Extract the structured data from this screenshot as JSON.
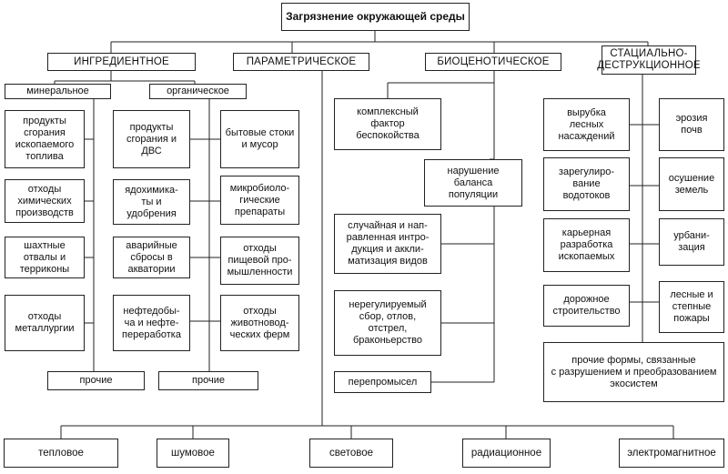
{
  "title": "Загрязнение окружающей среды",
  "categories": {
    "ingredient": "ИНГРЕДИЕНТНОЕ",
    "parametric": "ПАРАМЕТРИЧЕСКОЕ",
    "biocenotic": "БИОЦЕНОТИЧЕСКОЕ",
    "stational": "СТАЦИАЛЬНО-\nДЕСТРУКЦИОННОЕ"
  },
  "ingredient": {
    "mineral": {
      "label": "минеральное",
      "items": [
        "продукты\nсгорания\nископаемого\nтоплива",
        "отходы\nхимических\nпроизводств",
        "шахтные\nотвалы и\nтерриконы",
        "отходы\nметаллургии"
      ],
      "other": "прочие"
    },
    "organic": {
      "label": "органическое",
      "center_items": [
        "продукты\nсгорания и\nДВС",
        "ядохимика-\nты и\nудобрения",
        "аварийные\nсбросы в\nакватории",
        "нефтедобы-\nча и нефте-\nпереработка"
      ],
      "right_items": [
        "бытовые стоки\nи мусор",
        "микробиоло-\nгические\nпрепараты",
        "отходы\nпищевой про-\nмышленности",
        "отходы\nживотновод-\nческих ферм"
      ],
      "other": "прочие"
    }
  },
  "biocenotic": {
    "left_items": [
      "комплексный\nфактор\nбеспокойства",
      "случайная и нап-\nравленная интро-\nдукция и аккли-\nматизация видов",
      "нерегулируемый\nсбор, отлов,\nотстрел,\nбраконьерство",
      "перепромысел"
    ],
    "right_item": "нарушение\nбаланса\nпопуляции"
  },
  "stational": {
    "left_items": [
      "вырубка\nлесных\nнасаждений",
      "зарегулиро-\nвание\nводотоков",
      "карьерная\nразработка\nископаемых",
      "дорожное\nстроительство"
    ],
    "right_items": [
      "эрозия\nпочв",
      "осушение\nземель",
      "урбани-\nзация",
      "лесные и\nстепные\nпожары"
    ],
    "other": "прочие формы, связанные\nс разрушением и преобразованием\nэкосистем"
  },
  "parametric_types": [
    "тепловое",
    "шумовое",
    "световое",
    "радиационное",
    "электромагнитное"
  ]
}
